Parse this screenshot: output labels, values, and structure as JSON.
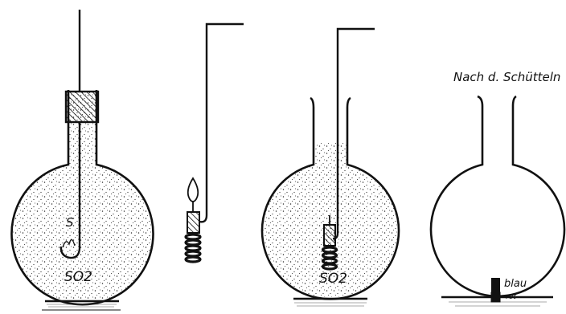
{
  "labels": {
    "sulfur": "S",
    "so2_first": "SO2",
    "so2_third": "SO2",
    "caption": "Nach d. Schütteln",
    "blau": "blau",
    "rot": "rot"
  },
  "colors": {
    "ink": "#111111",
    "paper": "#ffffff",
    "stipple": "#2a2a2a"
  }
}
